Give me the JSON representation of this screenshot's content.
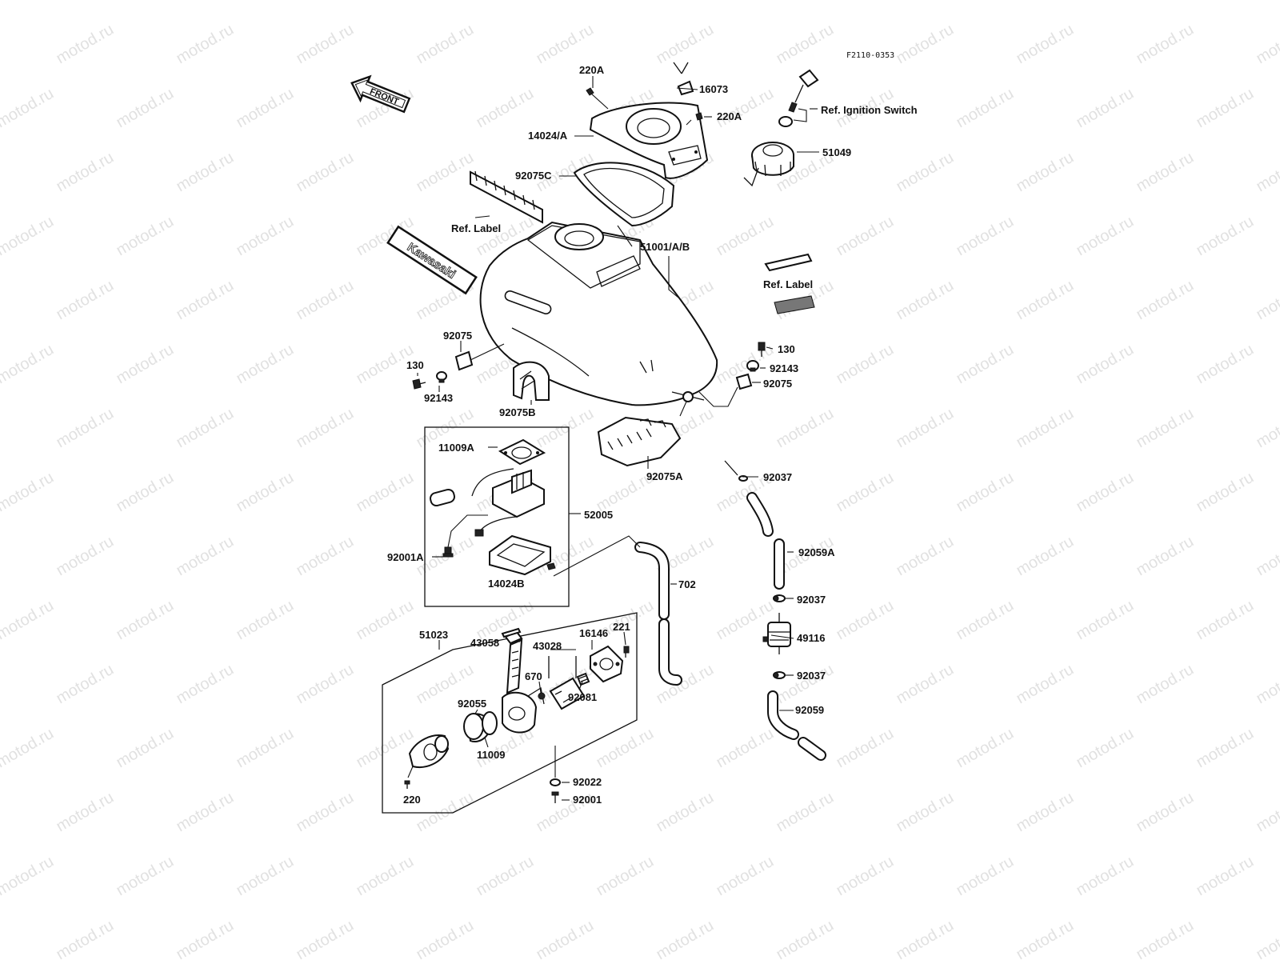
{
  "diagram_code": "F2110-0353",
  "front_marker": "FRONT",
  "brand_decal": "Kawasaki",
  "watermark": "motod.ru",
  "labels": {
    "p220A_top": "220A",
    "p16073": "16073",
    "ref_ignition": "Ref. Ignition Switch",
    "p220A_right": "220A",
    "p14024A": "14024/A",
    "p51049": "51049",
    "p92075C": "92075C",
    "ref_label_left": "Ref. Label",
    "p51001": "51001/A/B",
    "ref_label_right": "Ref. Label",
    "p92075_left": "92075",
    "p130_left": "130",
    "p92143_left": "92143",
    "p92075B": "92075B",
    "p130_right": "130",
    "p92143_right": "92143",
    "p92075_right": "92075",
    "p11009A": "11009A",
    "p92075A": "92075A",
    "p92037_a": "92037",
    "p52005": "52005",
    "p92059A": "92059A",
    "p92001A": "92001A",
    "p14024B": "14024B",
    "p702": "702",
    "p92037_b": "92037",
    "p51023": "51023",
    "p43058": "43058",
    "p43028": "43028",
    "p16146": "16146",
    "p221": "221",
    "p49116": "49116",
    "p670": "670",
    "p92081": "92081",
    "p92037_c": "92037",
    "p92055": "92055",
    "p92059": "92059",
    "p11009": "11009",
    "p92022": "92022",
    "p220": "220",
    "p92001": "92001"
  }
}
